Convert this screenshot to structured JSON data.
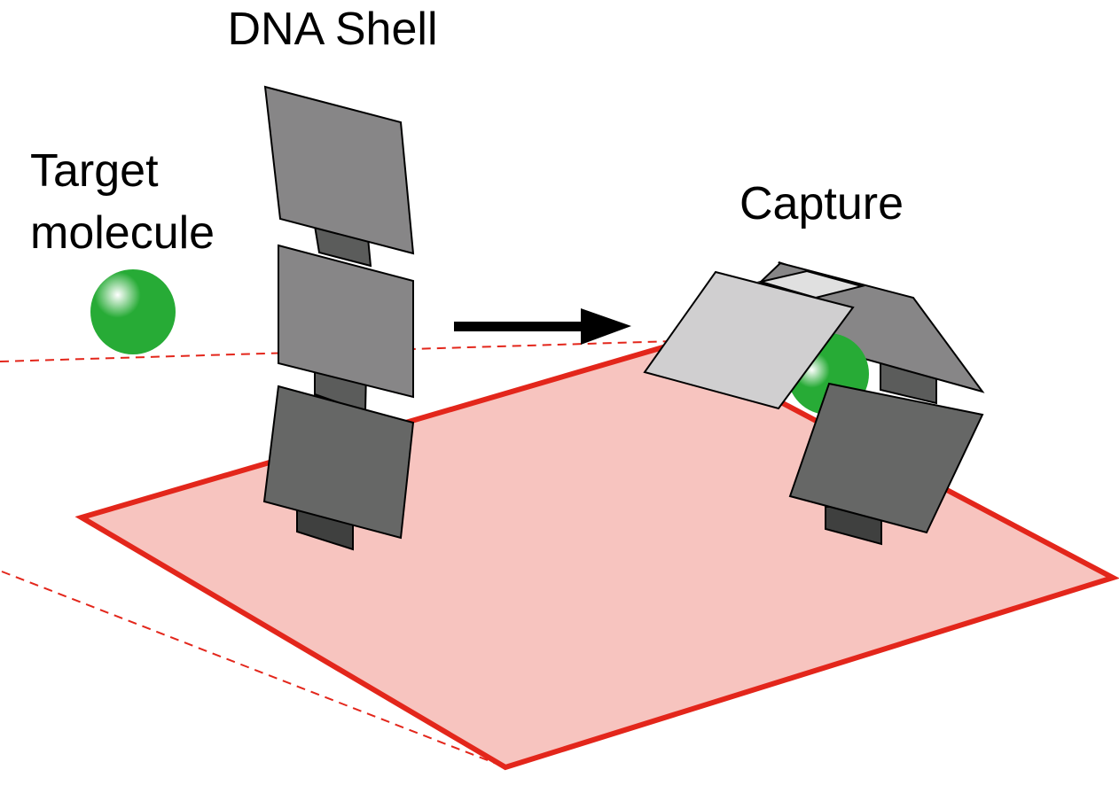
{
  "labels": {
    "dna_shell": "DNA Shell",
    "target_line1": "Target",
    "target_line2": "molecule",
    "capture": "Capture"
  },
  "colors": {
    "surface_fill": "#f7c4bf",
    "surface_stroke": "#e3261b",
    "panel_light": "#d0cfd0",
    "panel_mid": "#878687",
    "panel_dark": "#666766",
    "hinge": "#5b5c5b",
    "hinge_dark": "#3f403f",
    "molecule": "#27ab36",
    "arrow": "#000000"
  }
}
